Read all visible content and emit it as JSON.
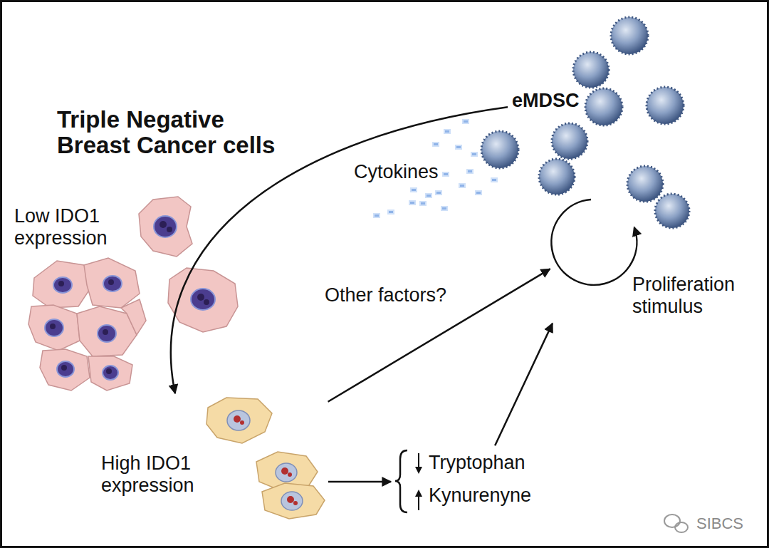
{
  "diagram": {
    "title": "Triple Negative Breast Cancer cells",
    "nodes": [
      {
        "text": [
          "Low IDO1 expression"
        ]
      },
      {
        "text": [
          "High IDO1 expression"
        ]
      },
      {
        "text": [
          "eMDSC"
        ]
      },
      {
        "text": [
          "Proliferation stimulus"
        ]
      },
      {
        "text": [
          "Tryptophan",
          "Kynurenyne"
        ]
      }
    ],
    "edges": [
      {
        "from": 2,
        "to": 1,
        "arrow": "to"
      },
      {
        "from": 1,
        "to": 3,
        "label": "Other factors?",
        "arrow": "to"
      },
      {
        "from": 1,
        "to": 4,
        "arrow": "to"
      },
      {
        "from": 4,
        "to": 3,
        "arrow": "to"
      }
    ],
    "labels": [
      "Cytokines",
      "SIBCS"
    ]
  }
}
